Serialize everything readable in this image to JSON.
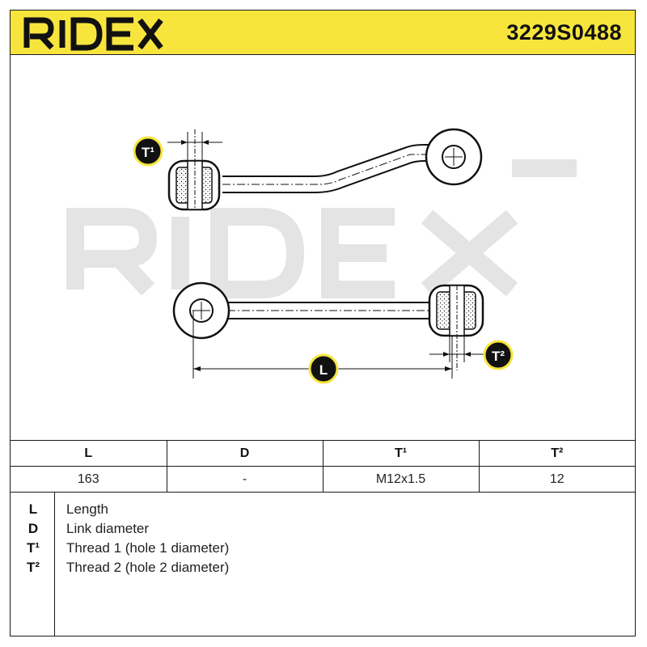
{
  "header": {
    "brand": "RIDEX",
    "part_number": "3229S0488"
  },
  "diagram": {
    "watermark": "RIDEX",
    "callouts": {
      "t1": "T¹",
      "t2": "T²",
      "l": "L"
    }
  },
  "specs": {
    "headers": [
      "L",
      "D",
      "T¹",
      "T²"
    ],
    "values": [
      "163",
      "-",
      "M12x1.5",
      "12"
    ]
  },
  "legend": [
    {
      "key": "L",
      "label": "Length"
    },
    {
      "key": "D",
      "label": "Link diameter"
    },
    {
      "key": "T¹",
      "label": "Thread 1 (hole 1 diameter)"
    },
    {
      "key": "T²",
      "label": "Thread 2 (hole 2 diameter)"
    }
  ],
  "colors": {
    "header_bg": "#f7e53e",
    "callout_bg": "#111111",
    "callout_ring": "#f7e53e",
    "watermark": "#e3e3e3"
  }
}
